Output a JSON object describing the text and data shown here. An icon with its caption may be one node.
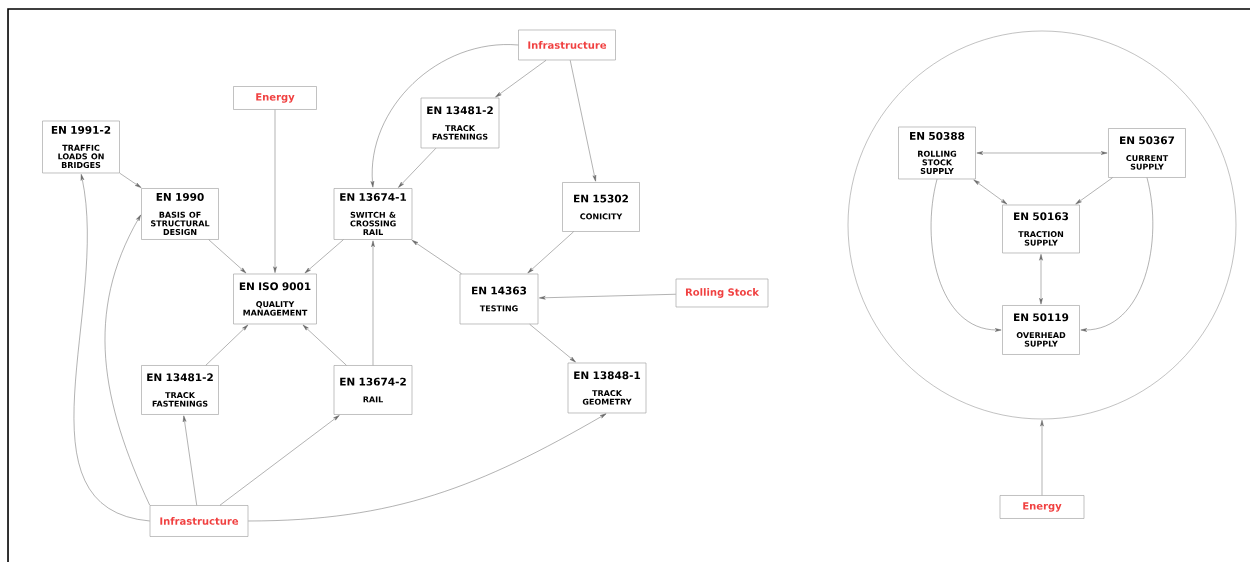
{
  "diagram": {
    "nodes": [
      {
        "text": [
          "Energy"
        ]
      },
      {
        "text": [
          "Infrastructure"
        ]
      },
      {
        "text": [
          "EN 1991-2",
          "TRAFFIC LOADS ON BRIDGES"
        ]
      },
      {
        "text": [
          "EN 13481-2",
          "TRACK FASTENINGS"
        ]
      },
      {
        "text": [
          "EN 1990",
          "BASIS OF STRUCTURAL DESIGN"
        ]
      },
      {
        "text": [
          "EN 13674-1",
          "SWITCH & CROSSING RAIL"
        ]
      },
      {
        "text": [
          "EN 15302",
          "CONICITY"
        ]
      },
      {
        "text": [
          "EN ISO 9001",
          "QUALITY MANAGEMENT"
        ]
      },
      {
        "text": [
          "EN 14363",
          "TESTING"
        ]
      },
      {
        "text": [
          "Rolling Stock"
        ]
      },
      {
        "text": [
          "EN 13481-2",
          "TRACK FASTENINGS"
        ]
      },
      {
        "text": [
          "EN 13674-2",
          "RAIL"
        ]
      },
      {
        "text": [
          "EN 13848-1",
          "TRACK GEOMETRY"
        ]
      },
      {
        "text": [
          "Infrastructure"
        ]
      },
      {
        "text": [],
        "shape": "circle"
      },
      {
        "text": [
          "EN 50388",
          "ROLLING STOCK SUPPLY"
        ],
        "in": 14
      },
      {
        "text": [
          "EN 50367",
          "CURRENT SUPPLY"
        ],
        "in": 14
      },
      {
        "text": [
          "EN 50163",
          "TRACTION SUPPLY"
        ],
        "in": 14
      },
      {
        "text": [
          "EN 50119",
          "OVERHEAD SUPPLY"
        ],
        "in": 14
      },
      {
        "text": [
          "Energy"
        ]
      }
    ],
    "edges": [
      {
        "from": 1,
        "to": 5,
        "arrow": "to"
      },
      {
        "from": 1,
        "to": 3,
        "arrow": "to"
      },
      {
        "from": 1,
        "to": 6,
        "arrow": "to"
      },
      {
        "from": 3,
        "to": 5,
        "arrow": "to"
      },
      {
        "from": 0,
        "to": 7,
        "arrow": "to"
      },
      {
        "from": 2,
        "to": 4,
        "arrow": "to"
      },
      {
        "from": 4,
        "to": 7,
        "arrow": "to"
      },
      {
        "from": 5,
        "to": 7,
        "arrow": "to"
      },
      {
        "from": 6,
        "to": 8,
        "arrow": "to"
      },
      {
        "from": 8,
        "to": 5,
        "arrow": "to"
      },
      {
        "from": 9,
        "to": 8,
        "arrow": "to"
      },
      {
        "from": 8,
        "to": 12,
        "arrow": "to"
      },
      {
        "from": 11,
        "to": 5,
        "arrow": "to"
      },
      {
        "from": 10,
        "to": 7,
        "arrow": "to"
      },
      {
        "from": 11,
        "to": 7,
        "arrow": "to"
      },
      {
        "from": 13,
        "to": 2,
        "arrow": "to"
      },
      {
        "from": 13,
        "to": 4,
        "arrow": "to"
      },
      {
        "from": 13,
        "to": 10,
        "arrow": "to"
      },
      {
        "from": 13,
        "to": 11,
        "arrow": "to"
      },
      {
        "from": 13,
        "to": 12,
        "arrow": "to"
      },
      {
        "from": 15,
        "to": 16,
        "arrow": "both"
      },
      {
        "from": 15,
        "to": 17,
        "arrow": "both"
      },
      {
        "from": 16,
        "to": 17,
        "arrow": "to"
      },
      {
        "from": 17,
        "to": 18,
        "arrow": "both"
      },
      {
        "from": 15,
        "to": 18,
        "arrow": "to"
      },
      {
        "from": 16,
        "to": 18,
        "arrow": "to"
      },
      {
        "from": 19,
        "to": 14,
        "arrow": "to"
      }
    ]
  }
}
